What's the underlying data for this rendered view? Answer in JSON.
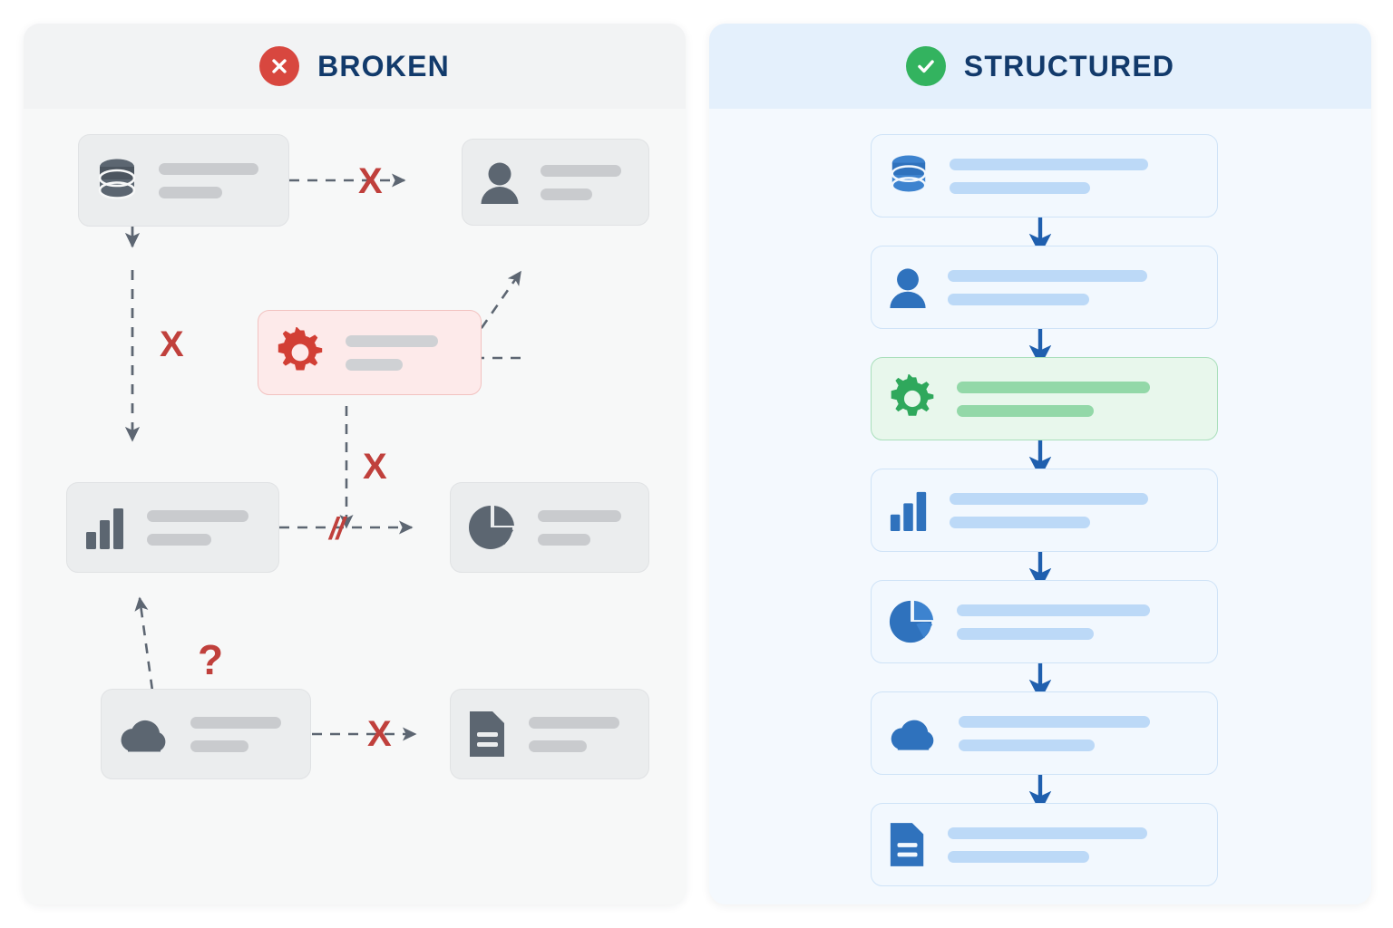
{
  "page": {
    "background": "#ffffff",
    "accent_blue": "#2f72bd",
    "accent_green": "#33b35f",
    "accent_red": "#c0403c",
    "title_color": "#123a6b"
  },
  "panels": [
    {
      "id": "broken",
      "title": "BROKEN",
      "badge_icon": "circle-x-icon",
      "badge_color": "#d8473f",
      "header_background": "#f2f3f4",
      "body_background": "#f7f8f8",
      "nodes": [
        {
          "id": "database",
          "icon": "database-icon",
          "style": "gray",
          "bar_long": true,
          "bar_short": true
        },
        {
          "id": "user",
          "icon": "user-icon",
          "style": "gray",
          "bar_long": true,
          "bar_short": true
        },
        {
          "id": "settings",
          "icon": "gear-icon",
          "style": "pink",
          "bar_long": true,
          "bar_short": true
        },
        {
          "id": "barchart",
          "icon": "bar-chart-icon",
          "style": "gray",
          "bar_long": true,
          "bar_short": true
        },
        {
          "id": "piechart",
          "icon": "pie-chart-icon",
          "style": "gray",
          "bar_long": true,
          "bar_short": true
        },
        {
          "id": "cloud",
          "icon": "cloud-icon",
          "style": "gray",
          "bar_long": true,
          "bar_short": true
        },
        {
          "id": "document",
          "icon": "document-icon",
          "style": "gray",
          "bar_long": true,
          "bar_short": true
        }
      ],
      "connectors": [
        {
          "from": "database",
          "to": "user",
          "style": "dashed",
          "status": "broken",
          "marker": "X"
        },
        {
          "from": "database",
          "to": "barchart",
          "style": "dashed",
          "status": "broken",
          "marker": "X"
        },
        {
          "from": "settings",
          "to": "user",
          "style": "dashed",
          "status": "ambiguous",
          "marker": ""
        },
        {
          "from": "settings",
          "to": "piechart",
          "style": "dashed",
          "status": "broken",
          "marker": "X"
        },
        {
          "from": "barchart",
          "to": "piechart",
          "style": "dashed",
          "status": "severed",
          "marker": "//"
        },
        {
          "from": "cloud",
          "to": "barchart",
          "style": "dashed",
          "status": "unknown",
          "marker": "?"
        },
        {
          "from": "cloud",
          "to": "document",
          "style": "dashed",
          "status": "broken",
          "marker": "X"
        }
      ],
      "markers": {
        "broken": "X",
        "unknown": "?",
        "severed": "//"
      }
    },
    {
      "id": "structured",
      "title": "STRUCTURED",
      "badge_icon": "circle-check-icon",
      "badge_color": "#33b35f",
      "header_background": "#e4f0fc",
      "body_background": "#f4f9fe",
      "nodes": [
        {
          "id": "database",
          "icon": "database-icon",
          "style": "blue",
          "bar_long": true,
          "bar_short": true
        },
        {
          "id": "user",
          "icon": "user-icon",
          "style": "blue",
          "bar_long": true,
          "bar_short": true
        },
        {
          "id": "settings",
          "icon": "gear-icon",
          "style": "green",
          "bar_long": true,
          "bar_short": true
        },
        {
          "id": "barchart",
          "icon": "bar-chart-icon",
          "style": "blue",
          "bar_long": true,
          "bar_short": true
        },
        {
          "id": "piechart",
          "icon": "pie-chart-icon",
          "style": "blue",
          "bar_long": true,
          "bar_short": true
        },
        {
          "id": "cloud",
          "icon": "cloud-icon",
          "style": "blue",
          "bar_long": true,
          "bar_short": true
        },
        {
          "id": "document",
          "icon": "document-icon",
          "style": "blue",
          "bar_long": true,
          "bar_short": true
        }
      ],
      "connectors": [
        {
          "from": "database",
          "to": "user",
          "style": "solid",
          "status": "ok",
          "marker": ""
        },
        {
          "from": "user",
          "to": "settings",
          "style": "solid",
          "status": "ok",
          "marker": ""
        },
        {
          "from": "settings",
          "to": "barchart",
          "style": "solid",
          "status": "ok",
          "marker": ""
        },
        {
          "from": "barchart",
          "to": "piechart",
          "style": "solid",
          "status": "ok",
          "marker": ""
        },
        {
          "from": "piechart",
          "to": "cloud",
          "style": "solid",
          "status": "ok",
          "marker": ""
        },
        {
          "from": "cloud",
          "to": "document",
          "style": "solid",
          "status": "ok",
          "marker": ""
        }
      ],
      "markers": {}
    }
  ]
}
